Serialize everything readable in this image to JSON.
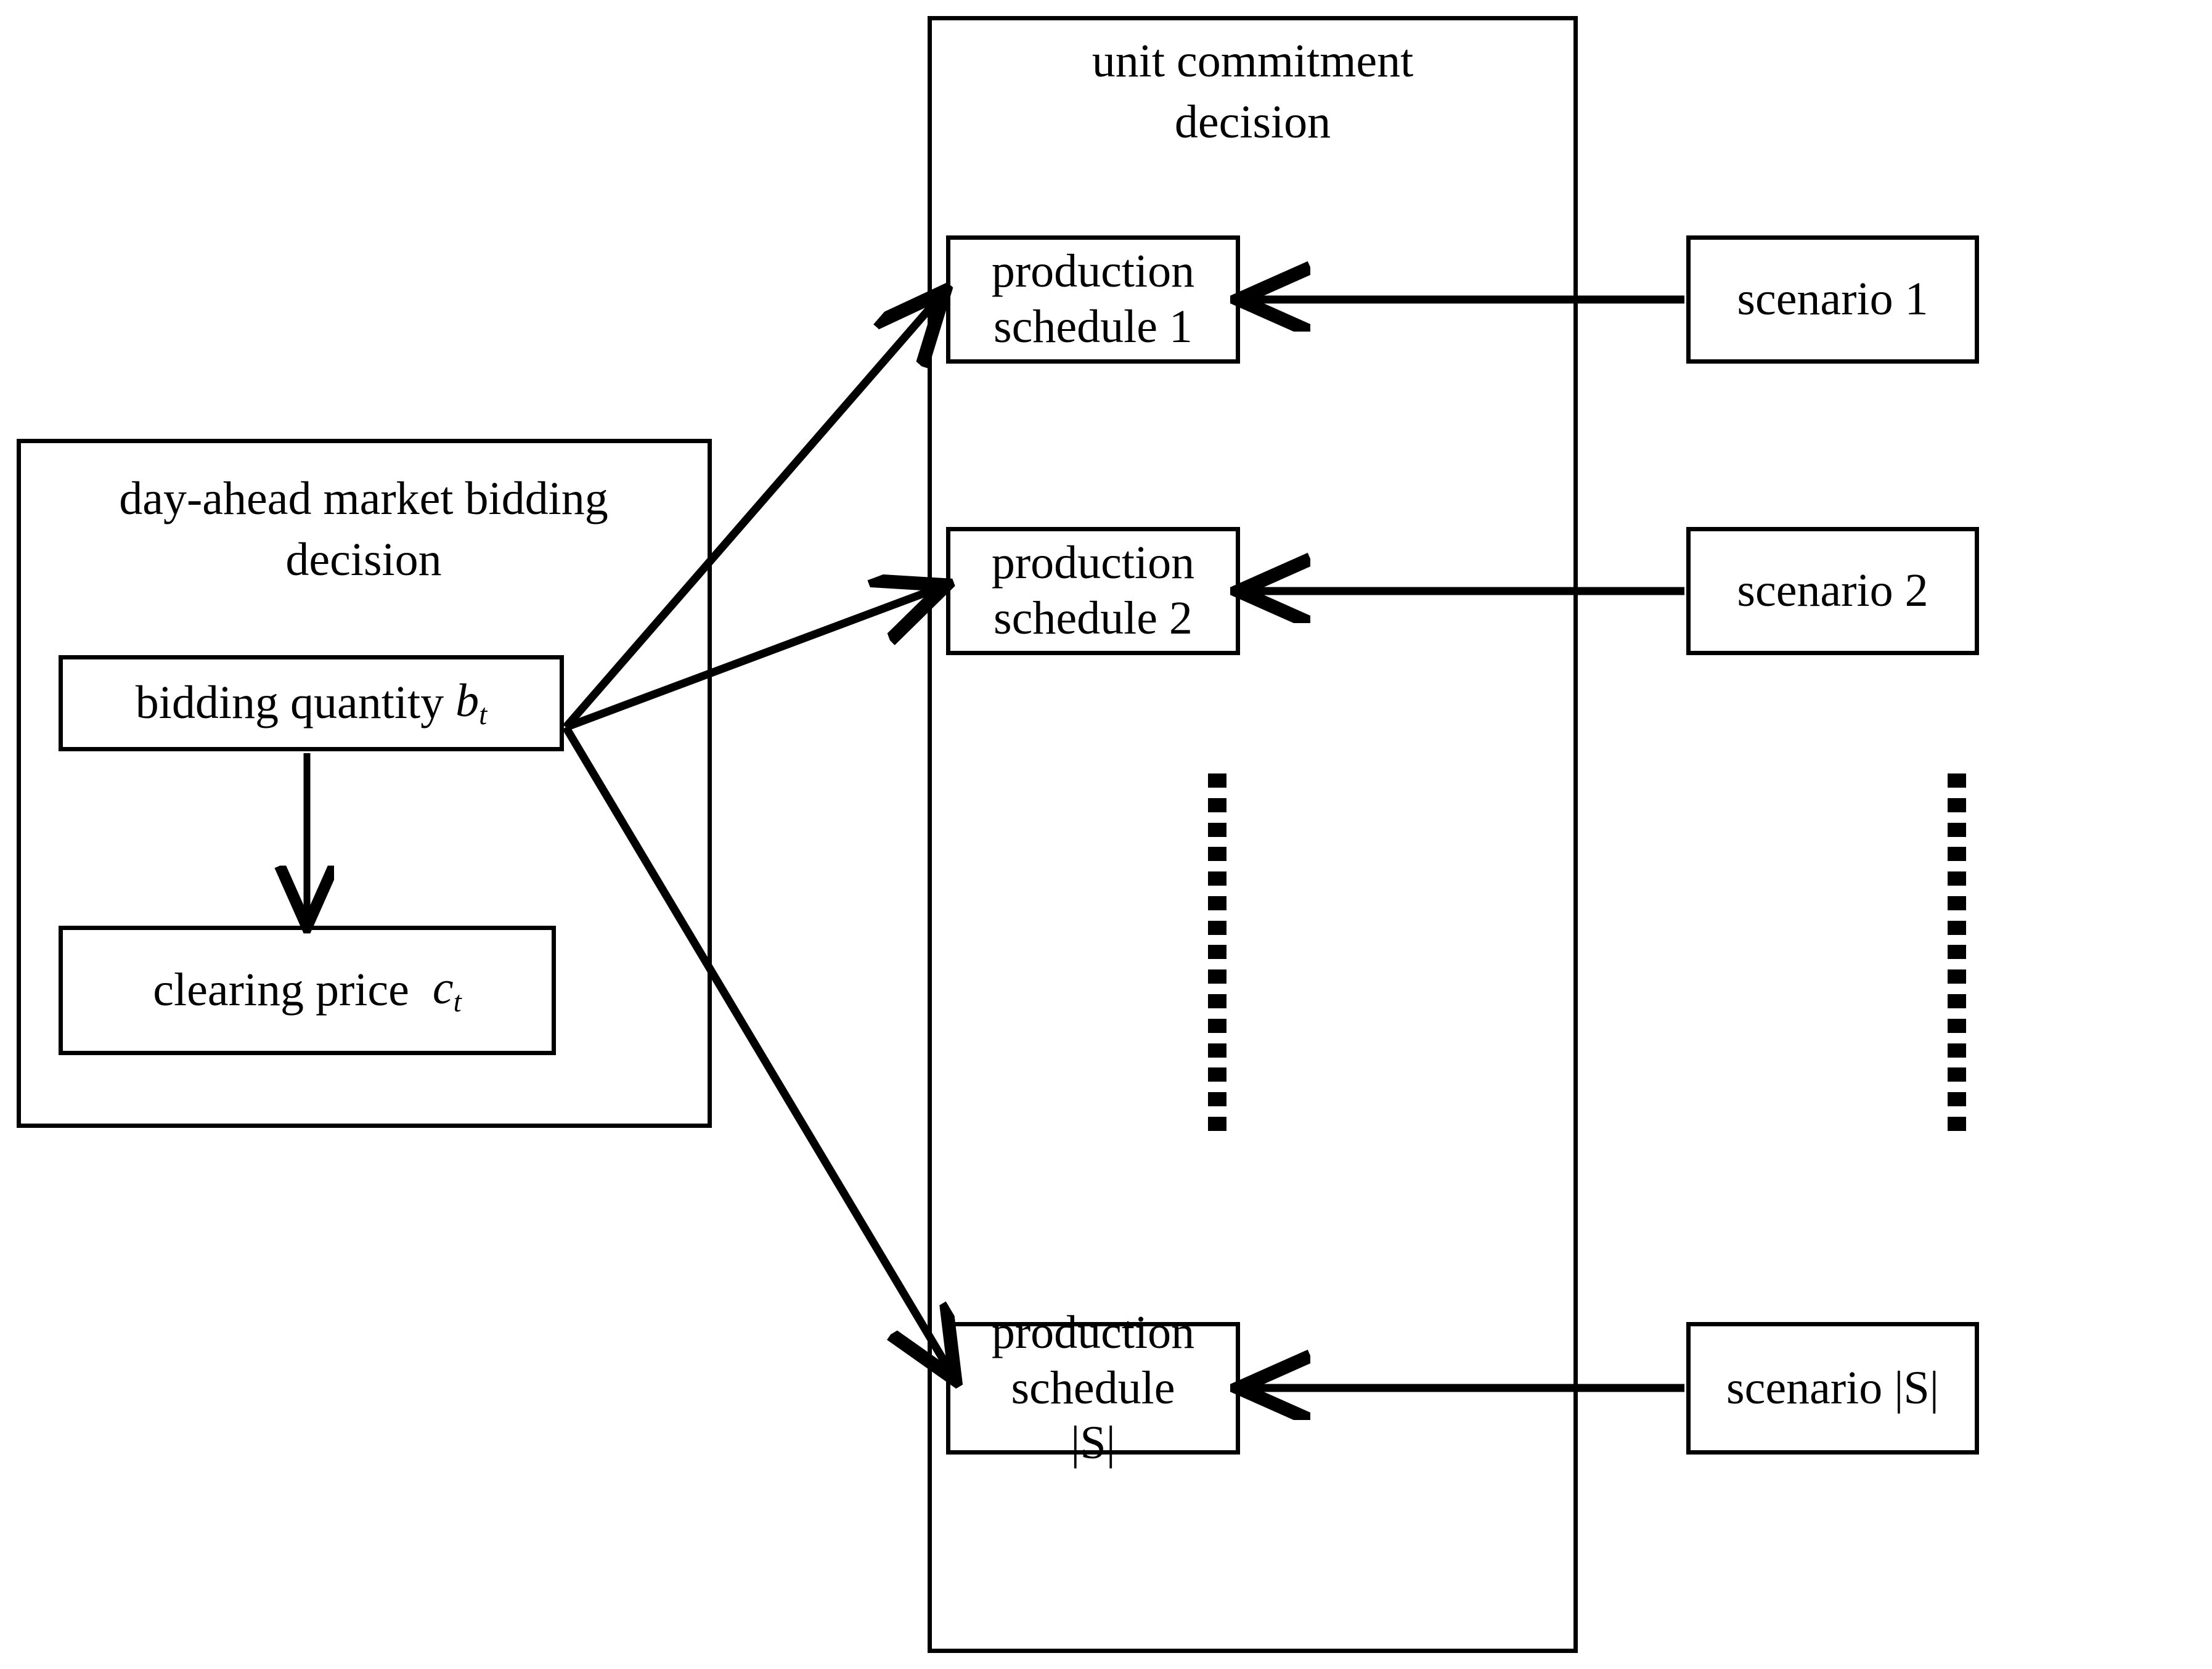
{
  "diagram": {
    "title": "two-stage stochastic day-ahead bidding and unit commitment diagram",
    "stroke_color": "#000000",
    "background_color": "#ffffff"
  },
  "day_ahead": {
    "group_title": "day-ahead market bidding\ndecision",
    "bidding_quantity": {
      "text": "bidding quantity",
      "symbol": "b",
      "subscript": "t"
    },
    "clearing_price": {
      "text": "clearing price",
      "symbol": "c",
      "subscript": "t"
    }
  },
  "unit_commitment": {
    "group_title": "unit commitment\ndecision",
    "schedules": [
      {
        "label": "production schedule 1"
      },
      {
        "label": "production schedule 2"
      },
      {
        "label": "production schedule\n|S|"
      }
    ],
    "ellipsis_dots": 15
  },
  "scenarios": {
    "items": [
      {
        "label": "scenario 1"
      },
      {
        "label": "scenario 2"
      },
      {
        "label": "scenario |S|"
      }
    ],
    "ellipsis_dots": 15
  },
  "connections": [
    {
      "from": "bidding-quantity",
      "to": "production-schedule-1",
      "style": "solid-arrow"
    },
    {
      "from": "bidding-quantity",
      "to": "production-schedule-2",
      "style": "solid-arrow"
    },
    {
      "from": "bidding-quantity",
      "to": "production-schedule-S",
      "style": "solid-arrow"
    },
    {
      "from": "bidding-quantity",
      "to": "clearing-price",
      "style": "solid-arrow"
    },
    {
      "from": "scenario-1",
      "to": "production-schedule-1",
      "style": "solid-arrow"
    },
    {
      "from": "scenario-2",
      "to": "production-schedule-2",
      "style": "solid-arrow"
    },
    {
      "from": "scenario-S",
      "to": "production-schedule-S",
      "style": "solid-arrow"
    }
  ]
}
